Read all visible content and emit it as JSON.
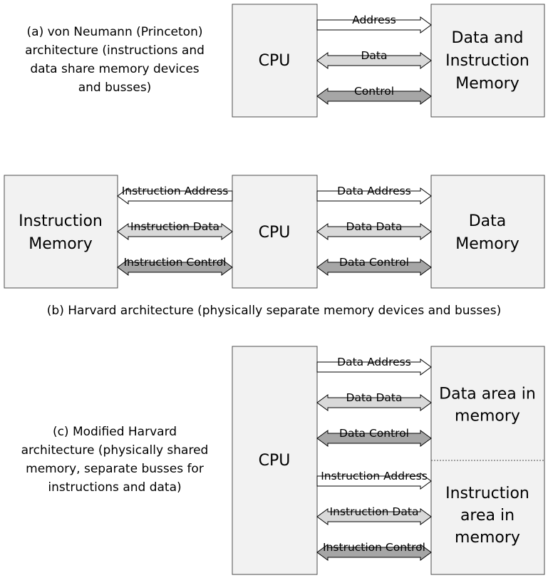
{
  "section_a": {
    "caption": [
      "(a) von Neumann (Princeton)",
      "architecture (instructions and",
      "data share memory devices",
      "and busses)"
    ],
    "cpu_label": [
      "CPU"
    ],
    "memory_label": [
      "Data and",
      "Instruction",
      "Memory"
    ],
    "buses": [
      {
        "label": "Address",
        "direction": "to-memory",
        "shade": "white"
      },
      {
        "label": "Data",
        "direction": "bidirectional",
        "shade": "light"
      },
      {
        "label": "Control",
        "direction": "bidirectional",
        "shade": "dark"
      }
    ]
  },
  "section_b": {
    "caption": [
      "(b) Harvard architecture (physically separate memory devices and busses)"
    ],
    "instruction_memory_label": [
      "Instruction",
      "Memory"
    ],
    "cpu_label": [
      "CPU"
    ],
    "data_memory_label": [
      "Data",
      "Memory"
    ],
    "instruction_buses": [
      {
        "label": "Instruction Address",
        "direction": "to-memory",
        "shade": "white"
      },
      {
        "label": "Instruction Data",
        "direction": "bidirectional",
        "shade": "light"
      },
      {
        "label": "Instruction Control",
        "direction": "bidirectional",
        "shade": "dark"
      }
    ],
    "data_buses": [
      {
        "label": "Data Address",
        "direction": "to-memory",
        "shade": "white"
      },
      {
        "label": "Data Data",
        "direction": "bidirectional",
        "shade": "light"
      },
      {
        "label": "Data Control",
        "direction": "bidirectional",
        "shade": "dark"
      }
    ]
  },
  "section_c": {
    "caption": [
      "(c) Modified Harvard",
      "architecture (physically shared",
      "memory, separate busses for",
      "instructions and data)"
    ],
    "cpu_label": [
      "CPU"
    ],
    "data_area_label": [
      "Data area in",
      "memory"
    ],
    "instruction_area_label": [
      "Instruction",
      "area in",
      "memory"
    ],
    "data_buses": [
      {
        "label": "Data Address",
        "direction": "to-memory",
        "shade": "white"
      },
      {
        "label": "Data Data",
        "direction": "bidirectional",
        "shade": "light"
      },
      {
        "label": "Data Control",
        "direction": "bidirectional",
        "shade": "dark"
      }
    ],
    "instruction_buses": [
      {
        "label": "Instruction Address",
        "direction": "to-memory",
        "shade": "white"
      },
      {
        "label": "Instruction Data",
        "direction": "bidirectional",
        "shade": "light"
      },
      {
        "label": "Instruction Control",
        "direction": "bidirectional",
        "shade": "dark"
      }
    ]
  },
  "colors": {
    "box_fill": "#f2f2f2",
    "box_stroke": "#4d4d4d",
    "bus_white": "#ffffff",
    "bus_light": "#d9d9d9",
    "bus_dark": "#a6a6a6",
    "text": "#000000"
  }
}
